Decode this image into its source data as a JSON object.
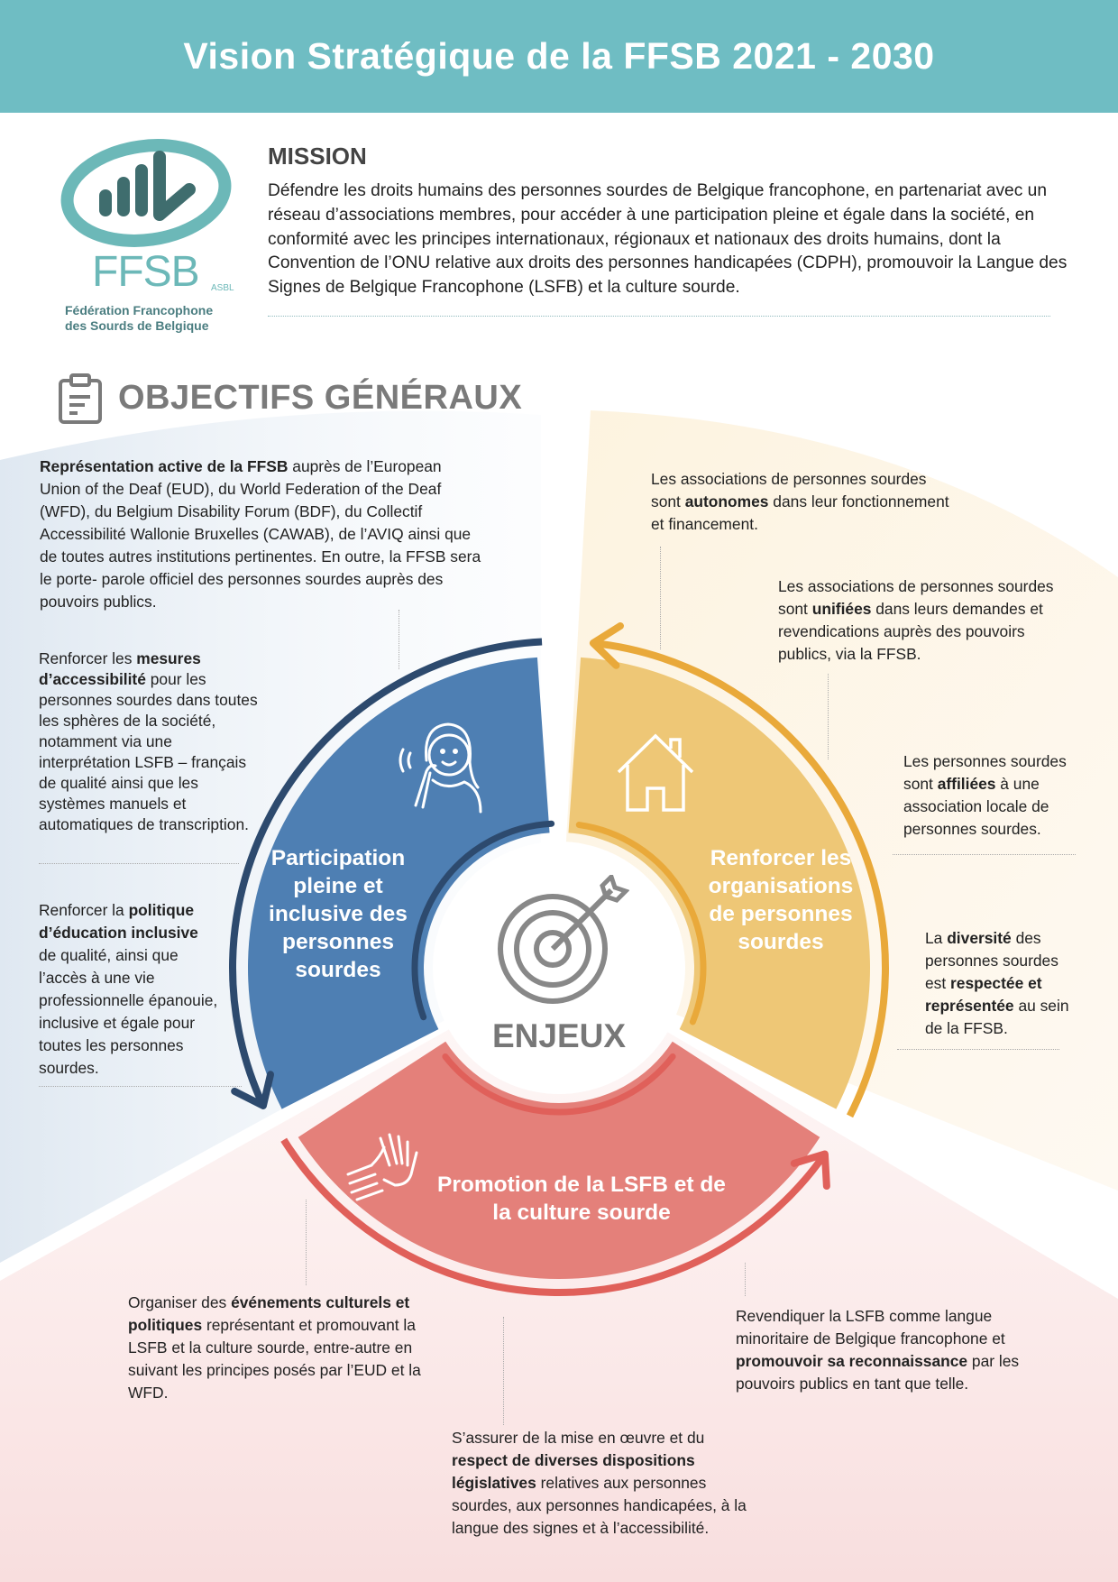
{
  "header": {
    "title": "Vision Stratégique de la FFSB 2021 - 2030"
  },
  "logo": {
    "name": "FFSB",
    "suffix": "ASBL",
    "subtitle_line1": "Fédération Francophone",
    "subtitle_line2": "des Sourds de Belgique"
  },
  "mission": {
    "title": "MISSION",
    "text": "Défendre les droits humains des personnes sourdes de Belgique francophone, en partenariat avec un réseau d’associations membres, pour accéder à une participation pleine et égale dans la société, en conformité avec les principes internationaux, régionaux et nationaux des droits humains, dont la Convention de l’ONU relative aux droits des personnes handicapées (CDPH), promouvoir la Langue des Signes de Belgique Francophone (LSFB) et la culture sourde."
  },
  "objectives_title": "OBJECTIFS GÉNÉRAUX",
  "center_label": "ENJEUX",
  "segments": {
    "participation": "Participation pleine et inclusive des personnes sourdes",
    "organisations": "Renforcer les organisations de personnes sourdes",
    "promotion": "Promotion de la LSFB et de la culture sourde"
  },
  "colors": {
    "header": "#6fbdc3",
    "blue": "#4e7fb3",
    "blue_dark": "#2d4a6e",
    "orange": "#eec776",
    "orange_dark": "#e9a93a",
    "red": "#e4807a",
    "red_dark": "#e0605a"
  },
  "objectives": {
    "left1": [
      {
        "t": "Représentation active de la FFSB",
        "b": true
      },
      {
        "t": " auprès de l’European Union of the Deaf (EUD), du World Federation of the Deaf (WFD), du Belgium Disability Forum (BDF), du Collectif Accessibilité Wallonie Bruxelles (CAWAB), de l’AVIQ ainsi que de toutes autres institutions pertinentes. En outre, la FFSB sera le porte- parole officiel des personnes sourdes auprès des pouvoirs publics."
      }
    ],
    "left2": [
      {
        "t": "Renforcer les "
      },
      {
        "t": "mesures d’accessibilité",
        "b": true
      },
      {
        "t": " pour les personnes sourdes dans toutes les sphères de la société, notamment via une interprétation LSFB – français de qualité ainsi que les systèmes manuels et automatiques de transcription."
      }
    ],
    "left3": [
      {
        "t": "Renforcer la "
      },
      {
        "t": "politique d’éducation inclusive",
        "b": true
      },
      {
        "t": " de qualité, ainsi que l’accès à une vie professionnelle épanouie, inclusive et égale pour toutes les personnes sourdes."
      }
    ],
    "right1": [
      {
        "t": "Les associations de personnes sourdes sont "
      },
      {
        "t": "autonomes",
        "b": true
      },
      {
        "t": " dans leur fonctionnement et financement."
      }
    ],
    "right2": [
      {
        "t": "Les associations de personnes sourdes sont "
      },
      {
        "t": "unifiées",
        "b": true
      },
      {
        "t": " dans leurs demandes et revendications auprès des pouvoirs publics, via la FFSB."
      }
    ],
    "right3": [
      {
        "t": "Les personnes sourdes sont "
      },
      {
        "t": "affiliées",
        "b": true
      },
      {
        "t": " à une association locale de personnes sourdes."
      }
    ],
    "right4": [
      {
        "t": "La "
      },
      {
        "t": "diversité",
        "b": true
      },
      {
        "t": " des personnes sourdes est "
      },
      {
        "t": "respectée et représentée",
        "b": true
      },
      {
        "t": " au sein de la FFSB."
      }
    ],
    "bottom1": [
      {
        "t": "Organiser des "
      },
      {
        "t": "événements culturels et politiques",
        "b": true
      },
      {
        "t": " représentant et promouvant la LSFB et la culture sourde, entre-autre en suivant les principes posés par l’EUD et la WFD."
      }
    ],
    "bottom2": [
      {
        "t": "Revendiquer la LSFB comme langue minoritaire de Belgique francophone et "
      },
      {
        "t": "promouvoir sa reconnaissance",
        "b": true
      },
      {
        "t": " par les pouvoirs publics en tant que telle."
      }
    ],
    "bottom3": [
      {
        "t": "S’assurer de la mise en œuvre et du "
      },
      {
        "t": "respect de diverses dispositions législatives",
        "b": true
      },
      {
        "t": " relatives aux personnes sourdes, aux personnes handicapées, à la langue des signes et à l’accessibilité."
      }
    ]
  }
}
